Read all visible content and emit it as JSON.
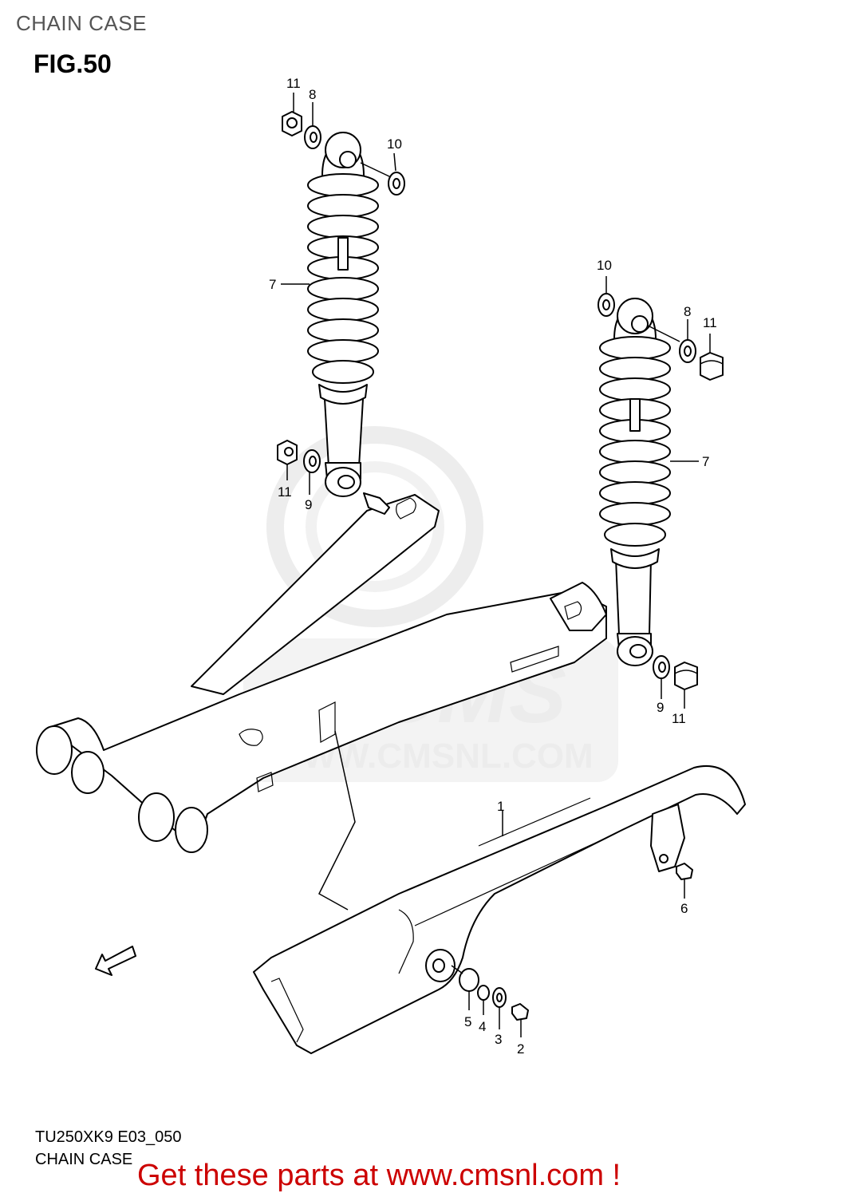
{
  "header": {
    "section_title": "CHAIN CASE",
    "figure_label": "FIG.50"
  },
  "watermark": {
    "brand": "CMS",
    "url": "WWW.CMSNL.COM"
  },
  "callouts": {
    "upper_left_shock_nut": "11",
    "upper_left_shock_washer": "8",
    "upper_left_shock_spacer": "10",
    "left_shock_absorber": "7",
    "lower_left_shock_nut": "11",
    "lower_left_shock_washer": "9",
    "upper_right_shock_spacer": "10",
    "upper_right_shock_washer": "8",
    "upper_right_shock_nut": "11",
    "right_shock_absorber": "7",
    "lower_right_shock_washer": "9",
    "lower_right_shock_nut": "11",
    "chain_case": "1",
    "chain_case_bolt_upper": "6",
    "cushion": "5",
    "collar": "4",
    "washer": "3",
    "chain_case_bolt_lower": "2"
  },
  "footer": {
    "model_code": "TU250XK9  E03_050",
    "caption": "CHAIN CASE",
    "cta": "Get these parts at www.cmsnl.com !"
  },
  "colors": {
    "cta_red": "#cc0000",
    "watermark_gray": "#ececec",
    "heading_gray": "#555555"
  }
}
